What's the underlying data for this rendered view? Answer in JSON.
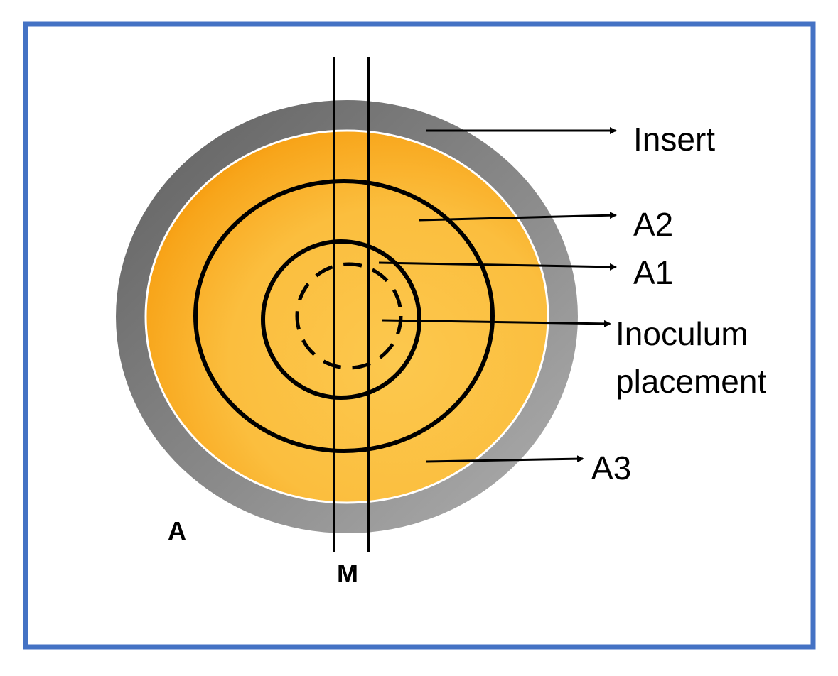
{
  "diagram": {
    "labels": {
      "insert": "Insert",
      "a2": "A2",
      "a1": "A1",
      "inoculum_line1": "Inoculum",
      "inoculum_line2": "placement",
      "a3": "A3",
      "panel": "A",
      "strip": "M"
    },
    "colors": {
      "frame": "#4472C4",
      "insert_ring_dark": "#6f6f6f",
      "insert_ring_light": "#a8a8a8",
      "medium_dark": "#F59200",
      "medium_light": "#FBBF40",
      "outline": "#000000"
    }
  }
}
